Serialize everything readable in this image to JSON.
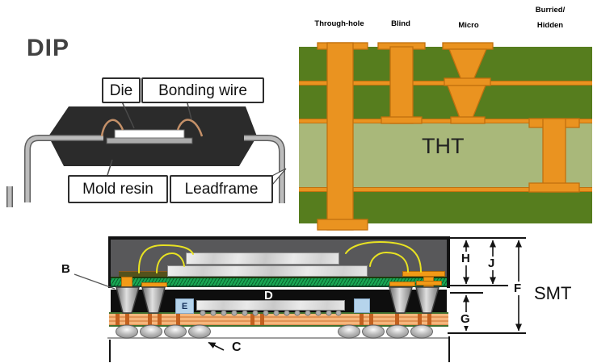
{
  "dip": {
    "title": "DIP",
    "labels": {
      "die": "Die",
      "bonding_wire": "Bonding wire",
      "mold_resin": "Mold resin",
      "leadframe": "Leadframe"
    }
  },
  "pcb_vias": {
    "via_labels": {
      "through_hole": "Through-hole",
      "blind": "Blind",
      "micro": "Micro",
      "buried_line1": "Burried/",
      "buried_line2": "Hidden"
    },
    "core_label": "THT",
    "colors": {
      "layer_green": "#567d1e",
      "core_green": "#a9b87a",
      "copper_orange": "#ea9320"
    }
  },
  "smt": {
    "label": "SMT",
    "callouts": {
      "b": "B",
      "c": "C",
      "d": "D",
      "e": "E"
    },
    "dimensions": {
      "h": "H",
      "j": "J",
      "f": "F",
      "g": "G"
    },
    "colors": {
      "top_mold_gray": "#58585a",
      "bottom_mold_black": "#0e0e0e",
      "substrate_green": "#19a754",
      "copper_substrate": "#f5b67c",
      "bond_wire_yellow": "#e8e222",
      "passive_blue": "#b6d4ec",
      "solder_gray": "#bdbdbd",
      "dip_body_black": "#2b2b2b"
    }
  }
}
